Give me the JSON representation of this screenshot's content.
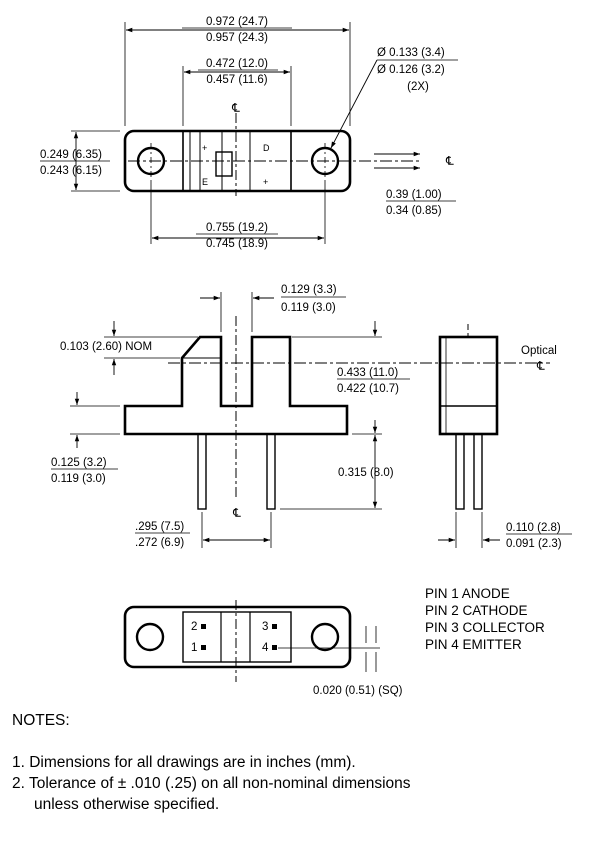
{
  "top_view": {
    "width_max": "0.972 (24.7)",
    "width_min": "0.957 (24.3)",
    "inner_max": "0.472 (12.0)",
    "inner_min": "0.457 (11.6)",
    "hole_max": "Ø 0.133 (3.4)",
    "hole_min": "Ø 0.126 (3.2)",
    "hole_qty": "(2X)",
    "height_max": "0.249 (6.35)",
    "height_min": "0.243 (6.15)",
    "slot_max": "0.39 (1.00)",
    "slot_min": "0.34 (0.85)",
    "pitch_max": "0.755 (19.2)",
    "pitch_min": "0.745 (18.9)",
    "mark_plus": "+",
    "mark_d": "D",
    "mark_e": "E",
    "mark_plus2": "+"
  },
  "side_view": {
    "gap_max": "0.129 (3.3)",
    "gap_min": "0.119 (3.0)",
    "chamfer": "0.103 (2.60) NOM",
    "optical_label": "Optical",
    "axis_max": "0.433 (11.0)",
    "axis_min": "0.422 (10.7)",
    "base_max": "0.125 (3.2)",
    "base_min": "0.119 (3.0)",
    "lead_length": "0.315 (8.0)",
    "lead_span_max": ".295 (7.5)",
    "lead_span_min": ".272 (6.9)",
    "lead_thk_max": "0.110 (2.8)",
    "lead_thk_min": "0.091 (2.3)"
  },
  "bottom_view": {
    "pin2": "2",
    "pin1": "1",
    "pin3": "3",
    "pin4": "4",
    "lead_sq": "0.020 (0.51) (SQ)"
  },
  "centerline_symbol": "℄",
  "pins": [
    "PIN 1 ANODE",
    "PIN 2 CATHODE",
    "PIN 3 COLLECTOR",
    "PIN 4 EMITTER"
  ],
  "notes": {
    "heading": "NOTES:",
    "line1": "1. Dimensions for all drawings are in inches (mm).",
    "line2": "2. Tolerance of ± .010 (.25) on all non-nominal dimensions",
    "line3": "unless otherwise specified."
  }
}
